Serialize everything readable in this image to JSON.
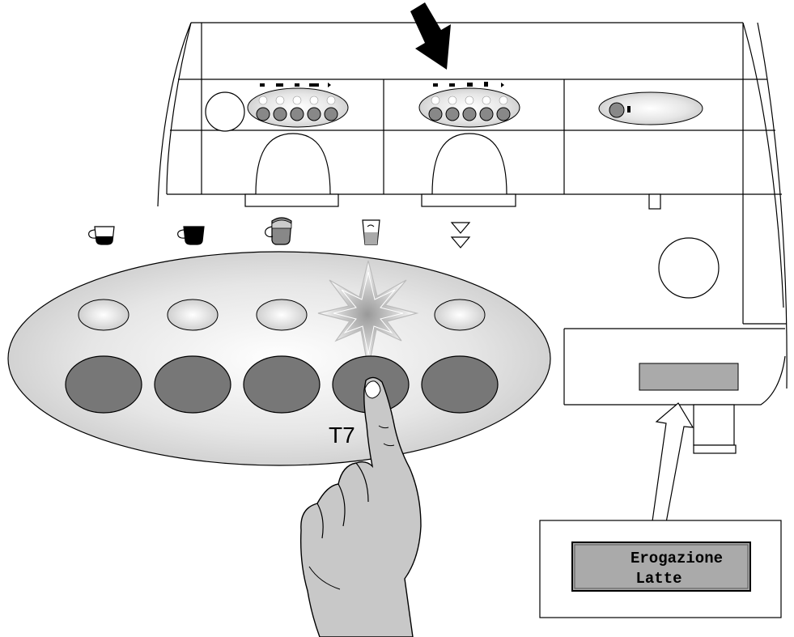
{
  "callout": {
    "button_label": "T7",
    "display_line1": "Erogazione",
    "display_line2": "Latte"
  },
  "icons": [
    "small-espresso-cup-icon",
    "full-coffee-cup-icon",
    "cappuccino-cup-icon",
    "latte-glass-icon",
    "continuous-dispense-triangles-icon"
  ],
  "colors": {
    "outline": "#000000",
    "panel_fill": "#dddddd",
    "button_light": "#e6e6e6",
    "button_dark": "#777777",
    "display_fill": "#aaaaaa",
    "hand_fill": "#c8c8c8",
    "pointer_arrow": "#000000"
  },
  "state": {
    "pressed_button": "T7",
    "highlighted_led": 4,
    "active_group": "middle"
  }
}
